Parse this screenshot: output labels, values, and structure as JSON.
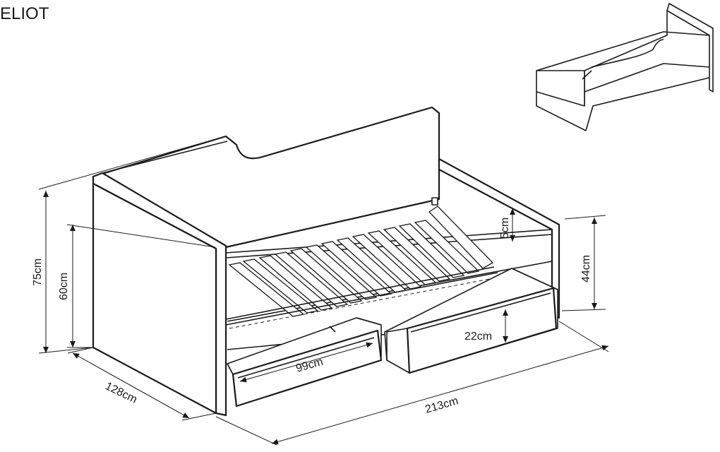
{
  "product": {
    "name": "ELIOT"
  },
  "dimensions": {
    "total_height": "75cm",
    "side_height": "60cm",
    "depth": "128cm",
    "length": "213cm",
    "drawer_length": "99cm",
    "drawer_height": "22cm",
    "mattress_recess": "5cm",
    "seat_height": "44cm"
  },
  "icons": {
    "thumbnail": "bed-frame-thumbnail-icon"
  },
  "colors": {
    "line": "#1a1a1a",
    "background": "#ffffff"
  }
}
